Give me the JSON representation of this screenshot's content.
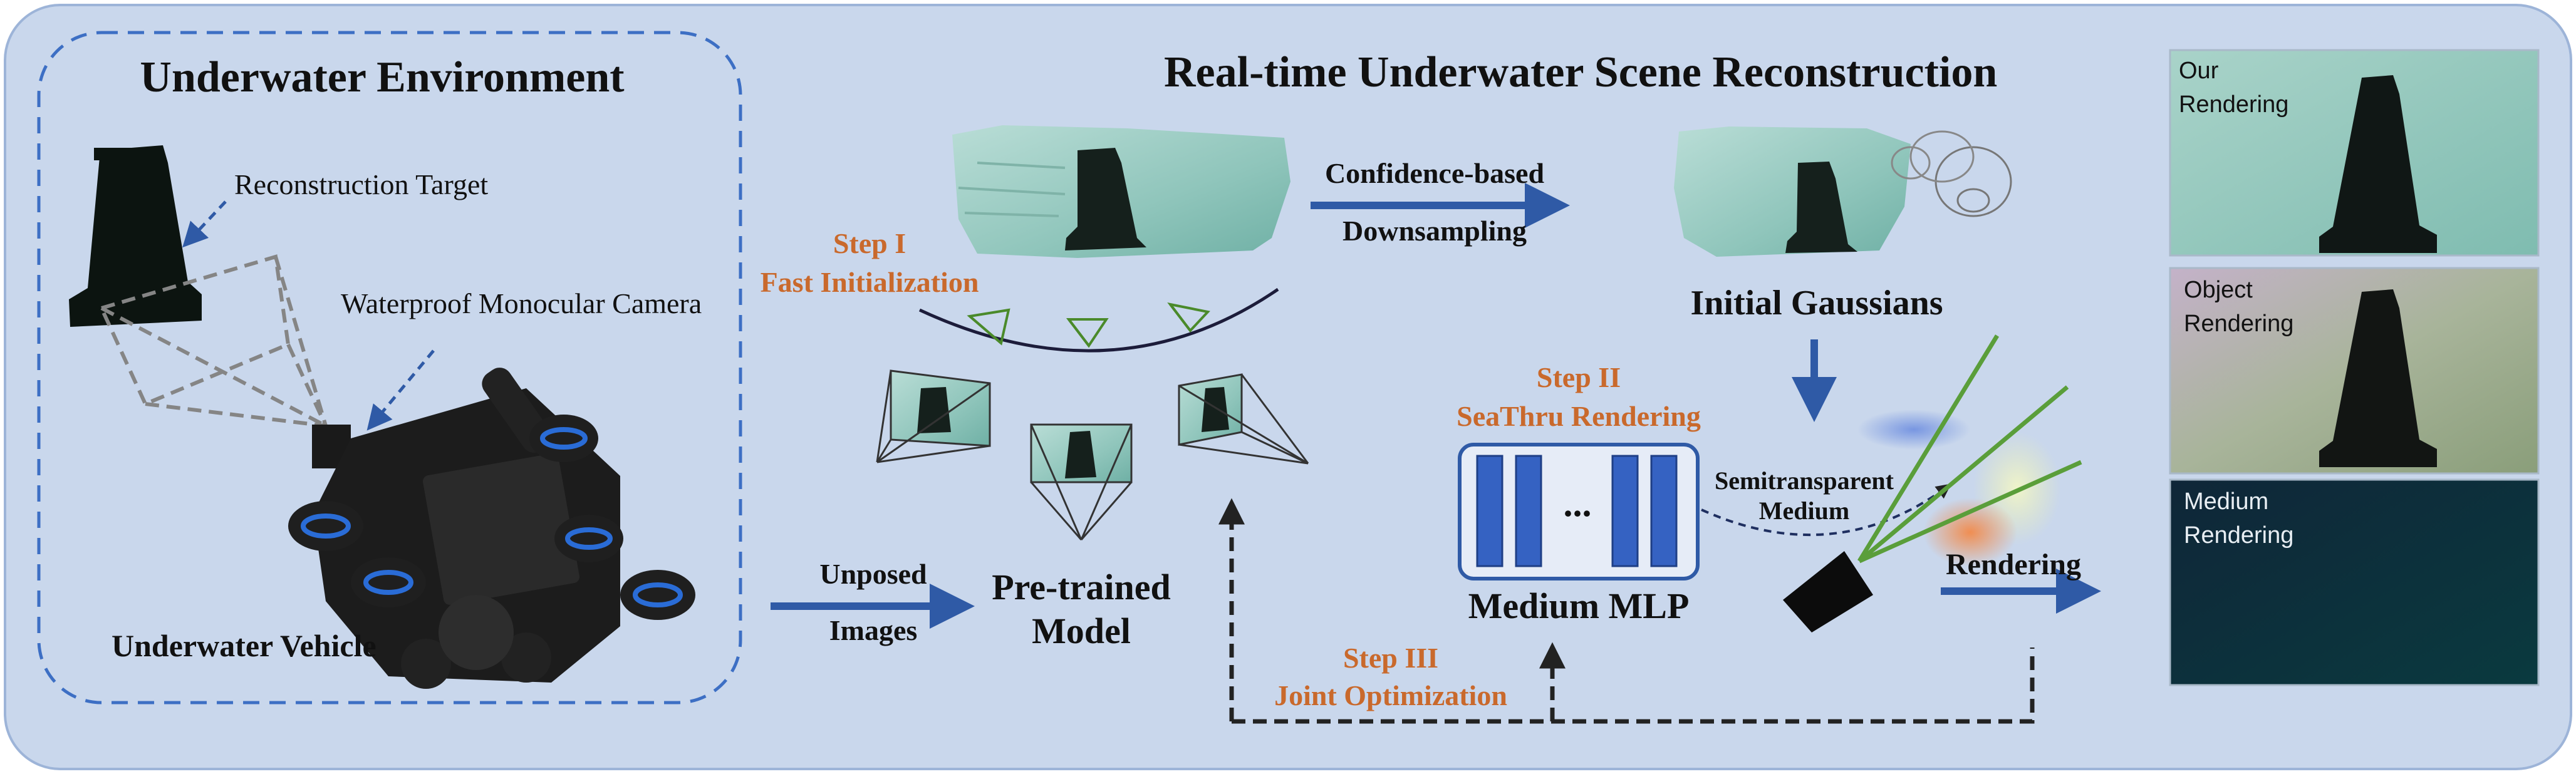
{
  "env": {
    "title": "Underwater Environment",
    "target_label": "Reconstruction Target",
    "camera_label": "Waterproof Monocular Camera",
    "vehicle_label": "Underwater Vehicle"
  },
  "pipeline": {
    "title": "Real-time Underwater Scene Reconstruction",
    "step1_title": "Step I",
    "step1_name": "Fast Initialization",
    "downsample_line1": "Confidence-based",
    "downsample_line2": "Downsampling",
    "initial_gaussians": "Initial Gaussians",
    "unposed_line1": "Unposed",
    "unposed_line2": "Images",
    "pretrained_line1": "Pre-trained",
    "pretrained_line2": "Model",
    "step2_title": "Step II",
    "step2_name": "SeaThru Rendering",
    "mlp_dots": "...",
    "mlp_label": "Medium MLP",
    "semi_line1": "Semitransparent",
    "semi_line2": "Medium",
    "rendering_label": "Rendering",
    "step3_title": "Step III",
    "step3_name": "Joint Optimization"
  },
  "renders": {
    "our_line1": "Our",
    "our_line2": "Rendering",
    "object_line1": "Object",
    "object_line2": "Rendering",
    "medium_line1": "Medium",
    "medium_line2": "Rendering"
  },
  "colors": {
    "arrow_blue": "#2f5aa6",
    "step_orange": "#c9692c",
    "panel_bg": "#c9d7ec",
    "dashed_border": "#3d6fc4"
  }
}
